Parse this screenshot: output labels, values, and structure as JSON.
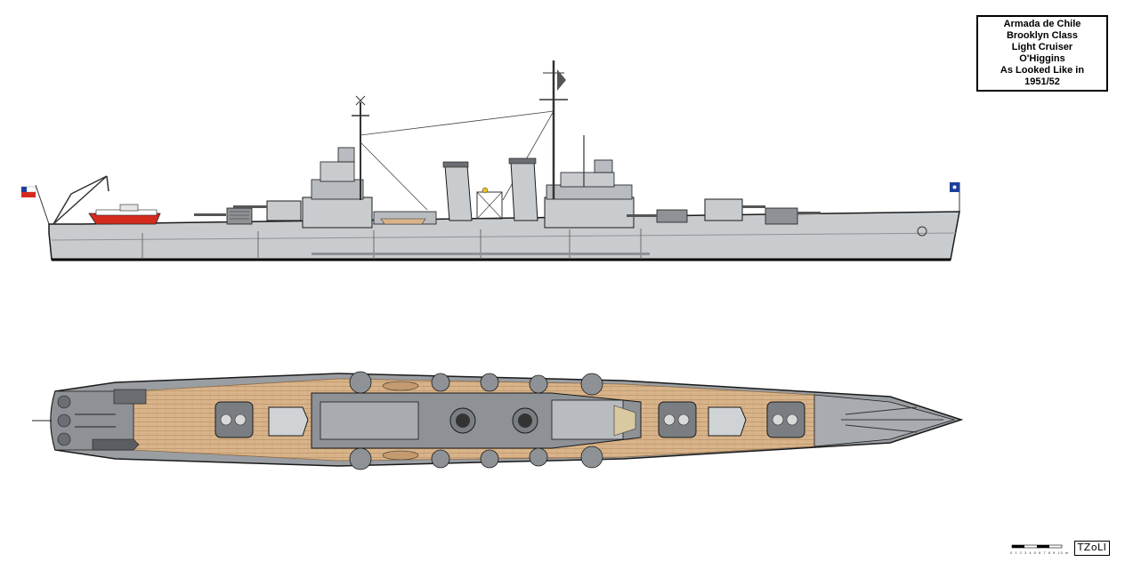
{
  "title_block": {
    "line1": "Armada de Chile",
    "line2": "Brooklyn Class",
    "line3": "Light Cruiser",
    "line4": "O'Higgins",
    "line5": "As Looked Like in",
    "line6": "1951/52"
  },
  "hull_marking": "",
  "signature": "TZoLI",
  "scale_bar": {
    "ticks": "0 1 2 3 4 5 6 7 8 9 10 m"
  },
  "colors": {
    "hull_grey": "#c9cccf",
    "dark_grey": "#8e9296",
    "deck_wood": "#d9b48a",
    "deck_steel": "#9a9ea2",
    "outline": "#1a1a1a",
    "chile_red": "#d52b1e",
    "chile_blue": "#1f3f9a"
  },
  "flags": {
    "stern": "chile-ensign-flag",
    "bow": "jack-flag"
  }
}
